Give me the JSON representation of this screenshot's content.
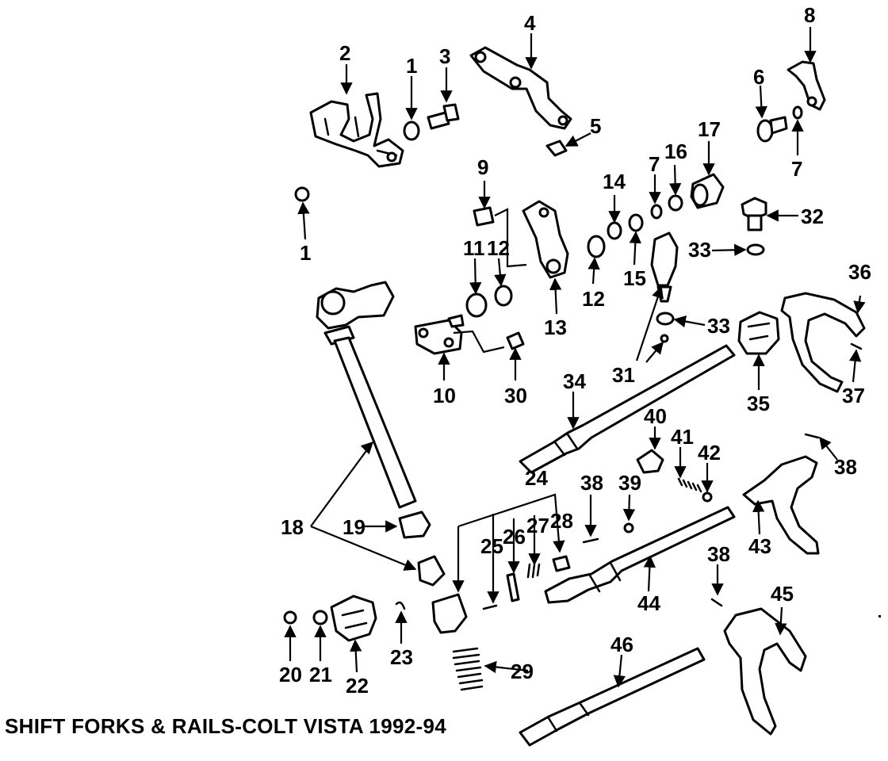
{
  "caption": "SHIFT FORKS & RAILS-COLT VISTA 1992-94",
  "callouts": {
    "c1a": "1",
    "c1b": "1",
    "c2": "2",
    "c3": "3",
    "c4": "4",
    "c5": "5",
    "c6": "6",
    "c7a": "7",
    "c7b": "7",
    "c8": "8",
    "c9": "9",
    "c10": "10",
    "c11": "11",
    "c12a": "12",
    "c12b": "12",
    "c13": "13",
    "c14": "14",
    "c15": "15",
    "c16": "16",
    "c17": "17",
    "c18": "18",
    "c19": "19",
    "c20": "20",
    "c21": "21",
    "c22": "22",
    "c23": "23",
    "c24": "24",
    "c25": "25",
    "c26": "26",
    "c27": "27",
    "c28": "28",
    "c29": "29",
    "c30": "30",
    "c31": "31",
    "c32": "32",
    "c33a": "33",
    "c33b": "33",
    "c34": "34",
    "c35": "35",
    "c36": "36",
    "c37": "37",
    "c38a": "38",
    "c38b": "38",
    "c38c": "38",
    "c39": "39",
    "c40": "40",
    "c41": "41",
    "c42": "42",
    "c43": "43",
    "c44": "44",
    "c45": "45",
    "c46": "46"
  }
}
